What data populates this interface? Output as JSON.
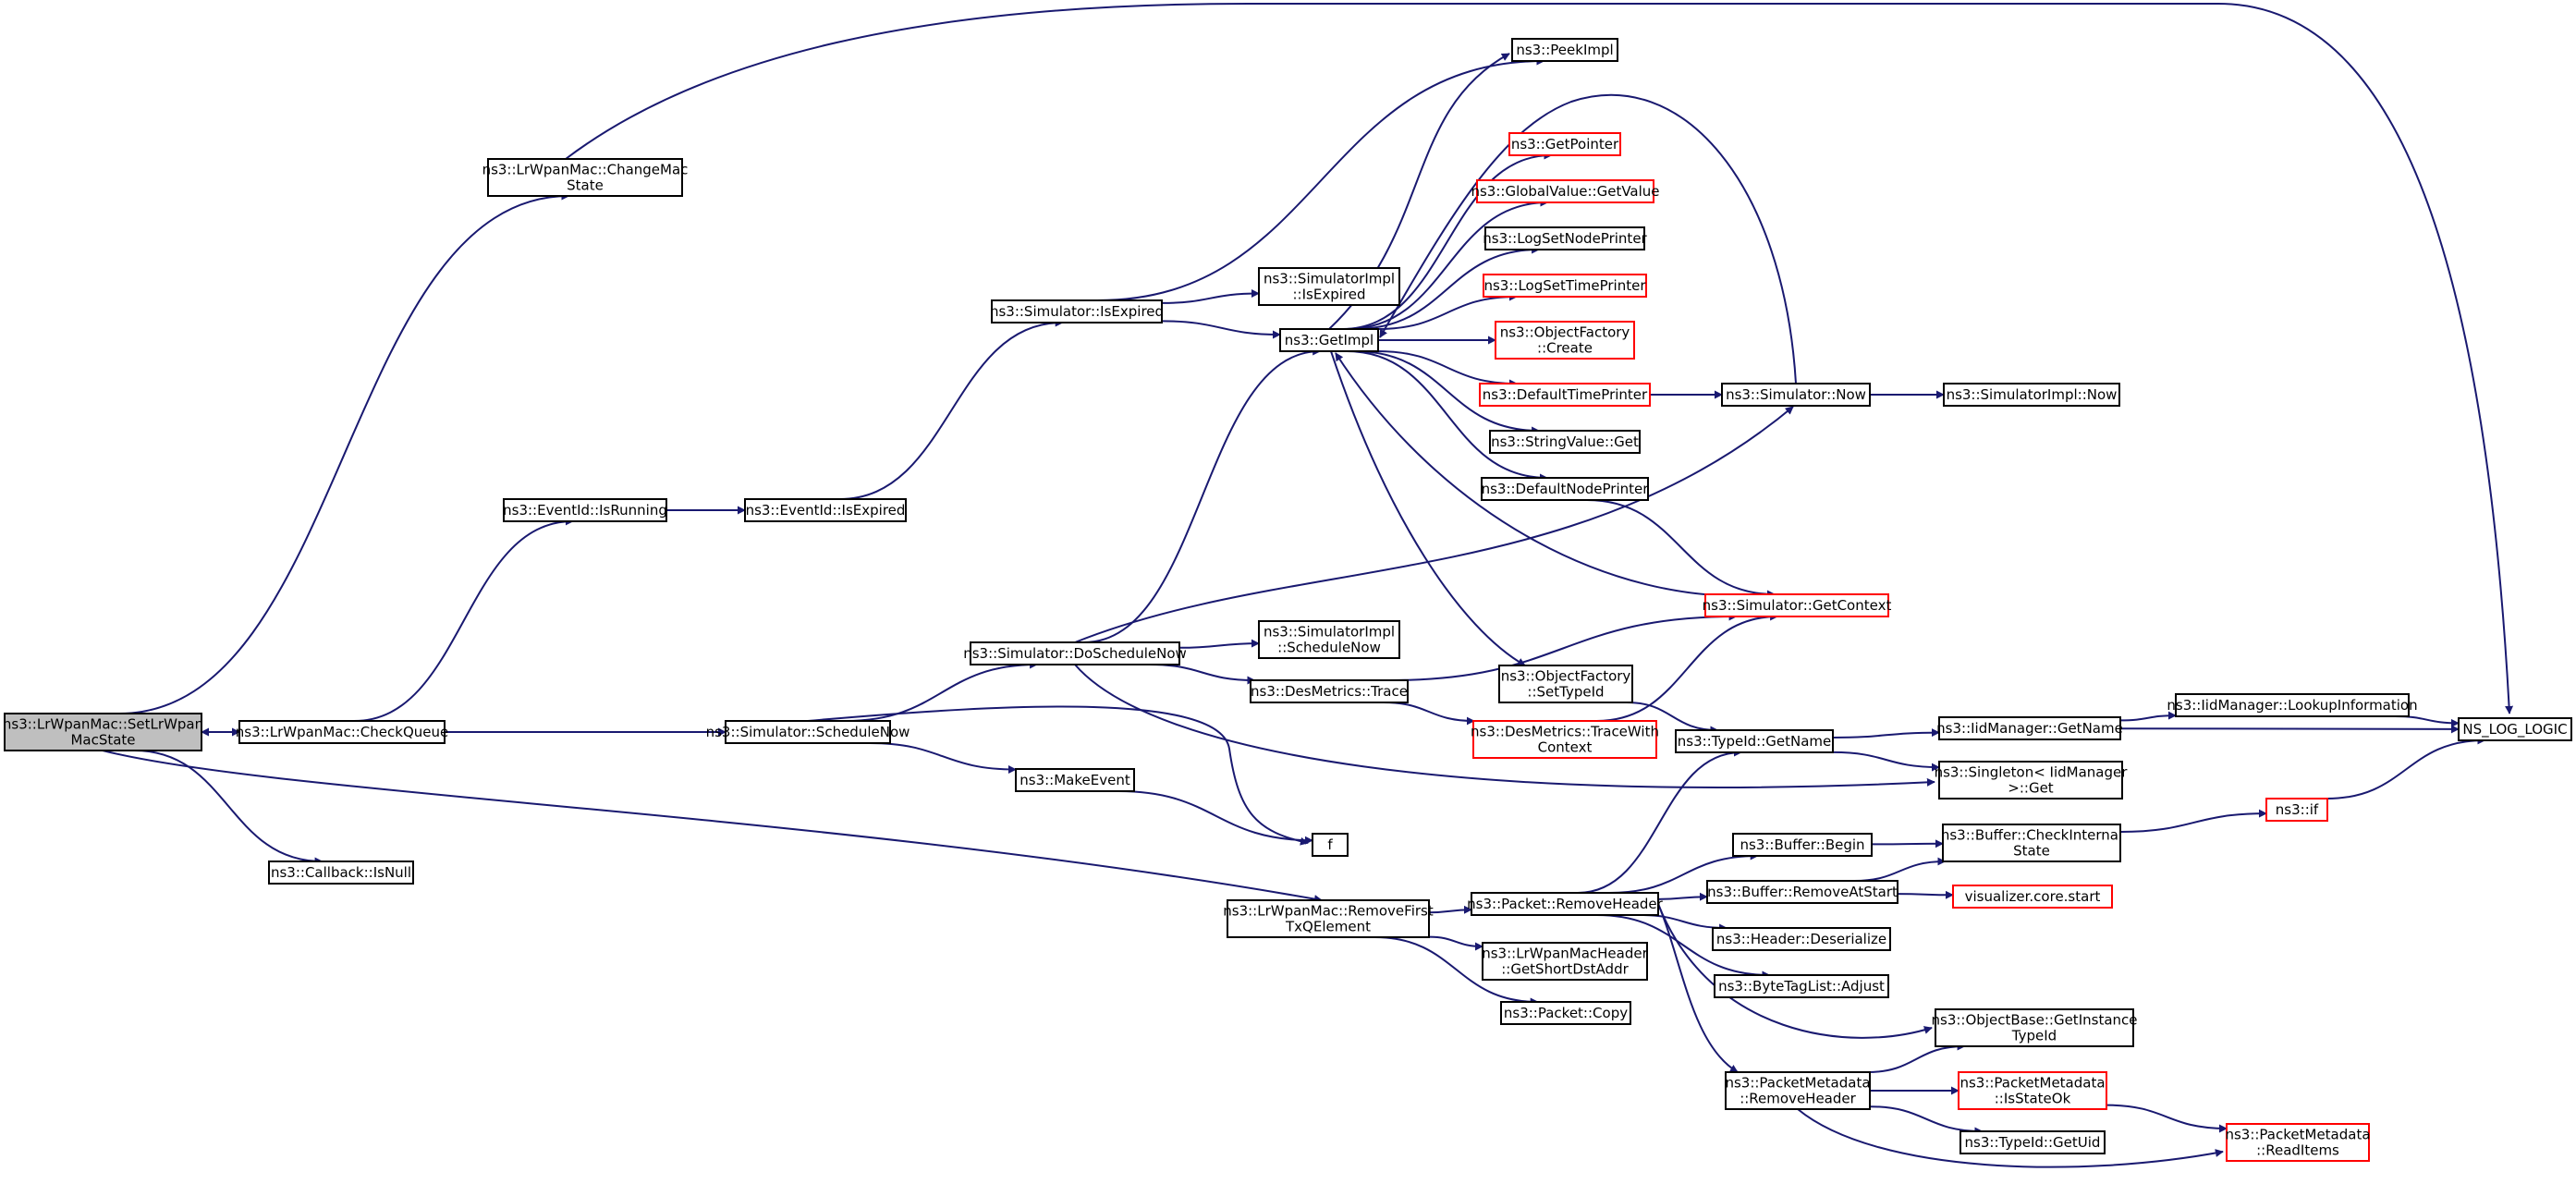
{
  "nodes": [
    {
      "id": "setstate",
      "lines": [
        "ns3::LrWpanMac::SetLrWpan",
        "MacState"
      ],
      "style": "root"
    },
    {
      "id": "changemac",
      "lines": [
        "ns3::LrWpanMac::ChangeMac",
        "State"
      ],
      "style": "normal"
    },
    {
      "id": "checkqueue",
      "lines": [
        "ns3::LrWpanMac::CheckQueue"
      ],
      "style": "normal"
    },
    {
      "id": "isnull",
      "lines": [
        "ns3::Callback::IsNull"
      ],
      "style": "normal"
    },
    {
      "id": "eventrunning",
      "lines": [
        "ns3::EventId::IsRunning"
      ],
      "style": "normal"
    },
    {
      "id": "eventexpired",
      "lines": [
        "ns3::EventId::IsExpired"
      ],
      "style": "normal"
    },
    {
      "id": "simexpired",
      "lines": [
        "ns3::Simulator::IsExpired"
      ],
      "style": "normal"
    },
    {
      "id": "scheduleNow",
      "lines": [
        "ns3::Simulator::ScheduleNow"
      ],
      "style": "normal"
    },
    {
      "id": "doschedule",
      "lines": [
        "ns3::Simulator::DoScheduleNow"
      ],
      "style": "normal"
    },
    {
      "id": "makeevent",
      "lines": [
        "ns3::MakeEvent"
      ],
      "style": "normal"
    },
    {
      "id": "f",
      "lines": [
        "f"
      ],
      "style": "normal"
    },
    {
      "id": "removefirst",
      "lines": [
        "ns3::LrWpanMac::RemoveFirst",
        "TxQElement"
      ],
      "style": "normal"
    },
    {
      "id": "getimpl",
      "lines": [
        "ns3::GetImpl"
      ],
      "style": "normal"
    },
    {
      "id": "implexpired",
      "lines": [
        "ns3::SimulatorImpl",
        "::IsExpired"
      ],
      "style": "normal"
    },
    {
      "id": "implschedulenow",
      "lines": [
        "ns3::SimulatorImpl",
        "::ScheduleNow"
      ],
      "style": "normal"
    },
    {
      "id": "desmetricstrace",
      "lines": [
        "ns3::DesMetrics::Trace"
      ],
      "style": "normal"
    },
    {
      "id": "peekimpl",
      "lines": [
        "ns3::PeekImpl"
      ],
      "style": "normal"
    },
    {
      "id": "getpointer",
      "lines": [
        "ns3::GetPointer"
      ],
      "style": "red"
    },
    {
      "id": "globalvalue",
      "lines": [
        "ns3::GlobalValue::GetValue"
      ],
      "style": "red"
    },
    {
      "id": "lognodeprinter",
      "lines": [
        "ns3::LogSetNodePrinter"
      ],
      "style": "normal"
    },
    {
      "id": "logtimeprinter",
      "lines": [
        "ns3::LogSetTimePrinter"
      ],
      "style": "red"
    },
    {
      "id": "objfactorycreate",
      "lines": [
        "ns3::ObjectFactory",
        "::Create"
      ],
      "style": "red"
    },
    {
      "id": "defaulttimeprinter",
      "lines": [
        "ns3::DefaultTimePrinter"
      ],
      "style": "red"
    },
    {
      "id": "stringvalueget",
      "lines": [
        "ns3::StringValue::Get"
      ],
      "style": "normal"
    },
    {
      "id": "defaultnodeprinter",
      "lines": [
        "ns3::DefaultNodePrinter"
      ],
      "style": "normal"
    },
    {
      "id": "simnow",
      "lines": [
        "ns3::Simulator::Now"
      ],
      "style": "normal"
    },
    {
      "id": "implnow",
      "lines": [
        "ns3::SimulatorImpl::Now"
      ],
      "style": "normal"
    },
    {
      "id": "simgetcontext",
      "lines": [
        "ns3::Simulator::GetContext"
      ],
      "style": "red"
    },
    {
      "id": "objfactorysettypeid",
      "lines": [
        "ns3::ObjectFactory",
        "::SetTypeId"
      ],
      "style": "normal"
    },
    {
      "id": "tracewithcontext",
      "lines": [
        "ns3::DesMetrics::TraceWith",
        "Context"
      ],
      "style": "red"
    },
    {
      "id": "typeidgetname",
      "lines": [
        "ns3::TypeId::GetName"
      ],
      "style": "normal"
    },
    {
      "id": "iidgetname",
      "lines": [
        "ns3::IidManager::GetName"
      ],
      "style": "normal"
    },
    {
      "id": "iidlookup",
      "lines": [
        "ns3::IidManager::LookupInformation"
      ],
      "style": "normal"
    },
    {
      "id": "nslog",
      "lines": [
        "NS_LOG_LOGIC"
      ],
      "style": "normal"
    },
    {
      "id": "singletonget",
      "lines": [
        "ns3::Singleton< IidManager",
        ">::Get"
      ],
      "style": "normal"
    },
    {
      "id": "packetremoveheader",
      "lines": [
        "ns3::Packet::RemoveHeader"
      ],
      "style": "normal"
    },
    {
      "id": "bufferbegin",
      "lines": [
        "ns3::Buffer::Begin"
      ],
      "style": "normal"
    },
    {
      "id": "buffercheck",
      "lines": [
        "ns3::Buffer::CheckInternal",
        "State"
      ],
      "style": "normal"
    },
    {
      "id": "nsif",
      "lines": [
        "ns3::if"
      ],
      "style": "red"
    },
    {
      "id": "bufferremoveatstart",
      "lines": [
        "ns3::Buffer::RemoveAtStart"
      ],
      "style": "normal"
    },
    {
      "id": "visualizer",
      "lines": [
        "visualizer.core.start"
      ],
      "style": "red"
    },
    {
      "id": "headerdeserialize",
      "lines": [
        "ns3::Header::Deserialize"
      ],
      "style": "normal"
    },
    {
      "id": "bytetaglist",
      "lines": [
        "ns3::ByteTagList::Adjust"
      ],
      "style": "normal"
    },
    {
      "id": "lrwpanheader",
      "lines": [
        "ns3::LrWpanMacHeader",
        "::GetShortDstAddr"
      ],
      "style": "normal"
    },
    {
      "id": "packetcopy",
      "lines": [
        "ns3::Packet::Copy"
      ],
      "style": "normal"
    },
    {
      "id": "objectbase",
      "lines": [
        "ns3::ObjectBase::GetInstance",
        "TypeId"
      ],
      "style": "normal"
    },
    {
      "id": "pmremoveheader",
      "lines": [
        "ns3::PacketMetadata",
        "::RemoveHeader"
      ],
      "style": "normal"
    },
    {
      "id": "pmisstateok",
      "lines": [
        "ns3::PacketMetadata",
        "::IsStateOk"
      ],
      "style": "red"
    },
    {
      "id": "typeidgetuid",
      "lines": [
        "ns3::TypeId::GetUid"
      ],
      "style": "normal"
    },
    {
      "id": "pmreaditems",
      "lines": [
        "ns3::PacketMetadata",
        "::ReadItems"
      ],
      "style": "red"
    }
  ]
}
